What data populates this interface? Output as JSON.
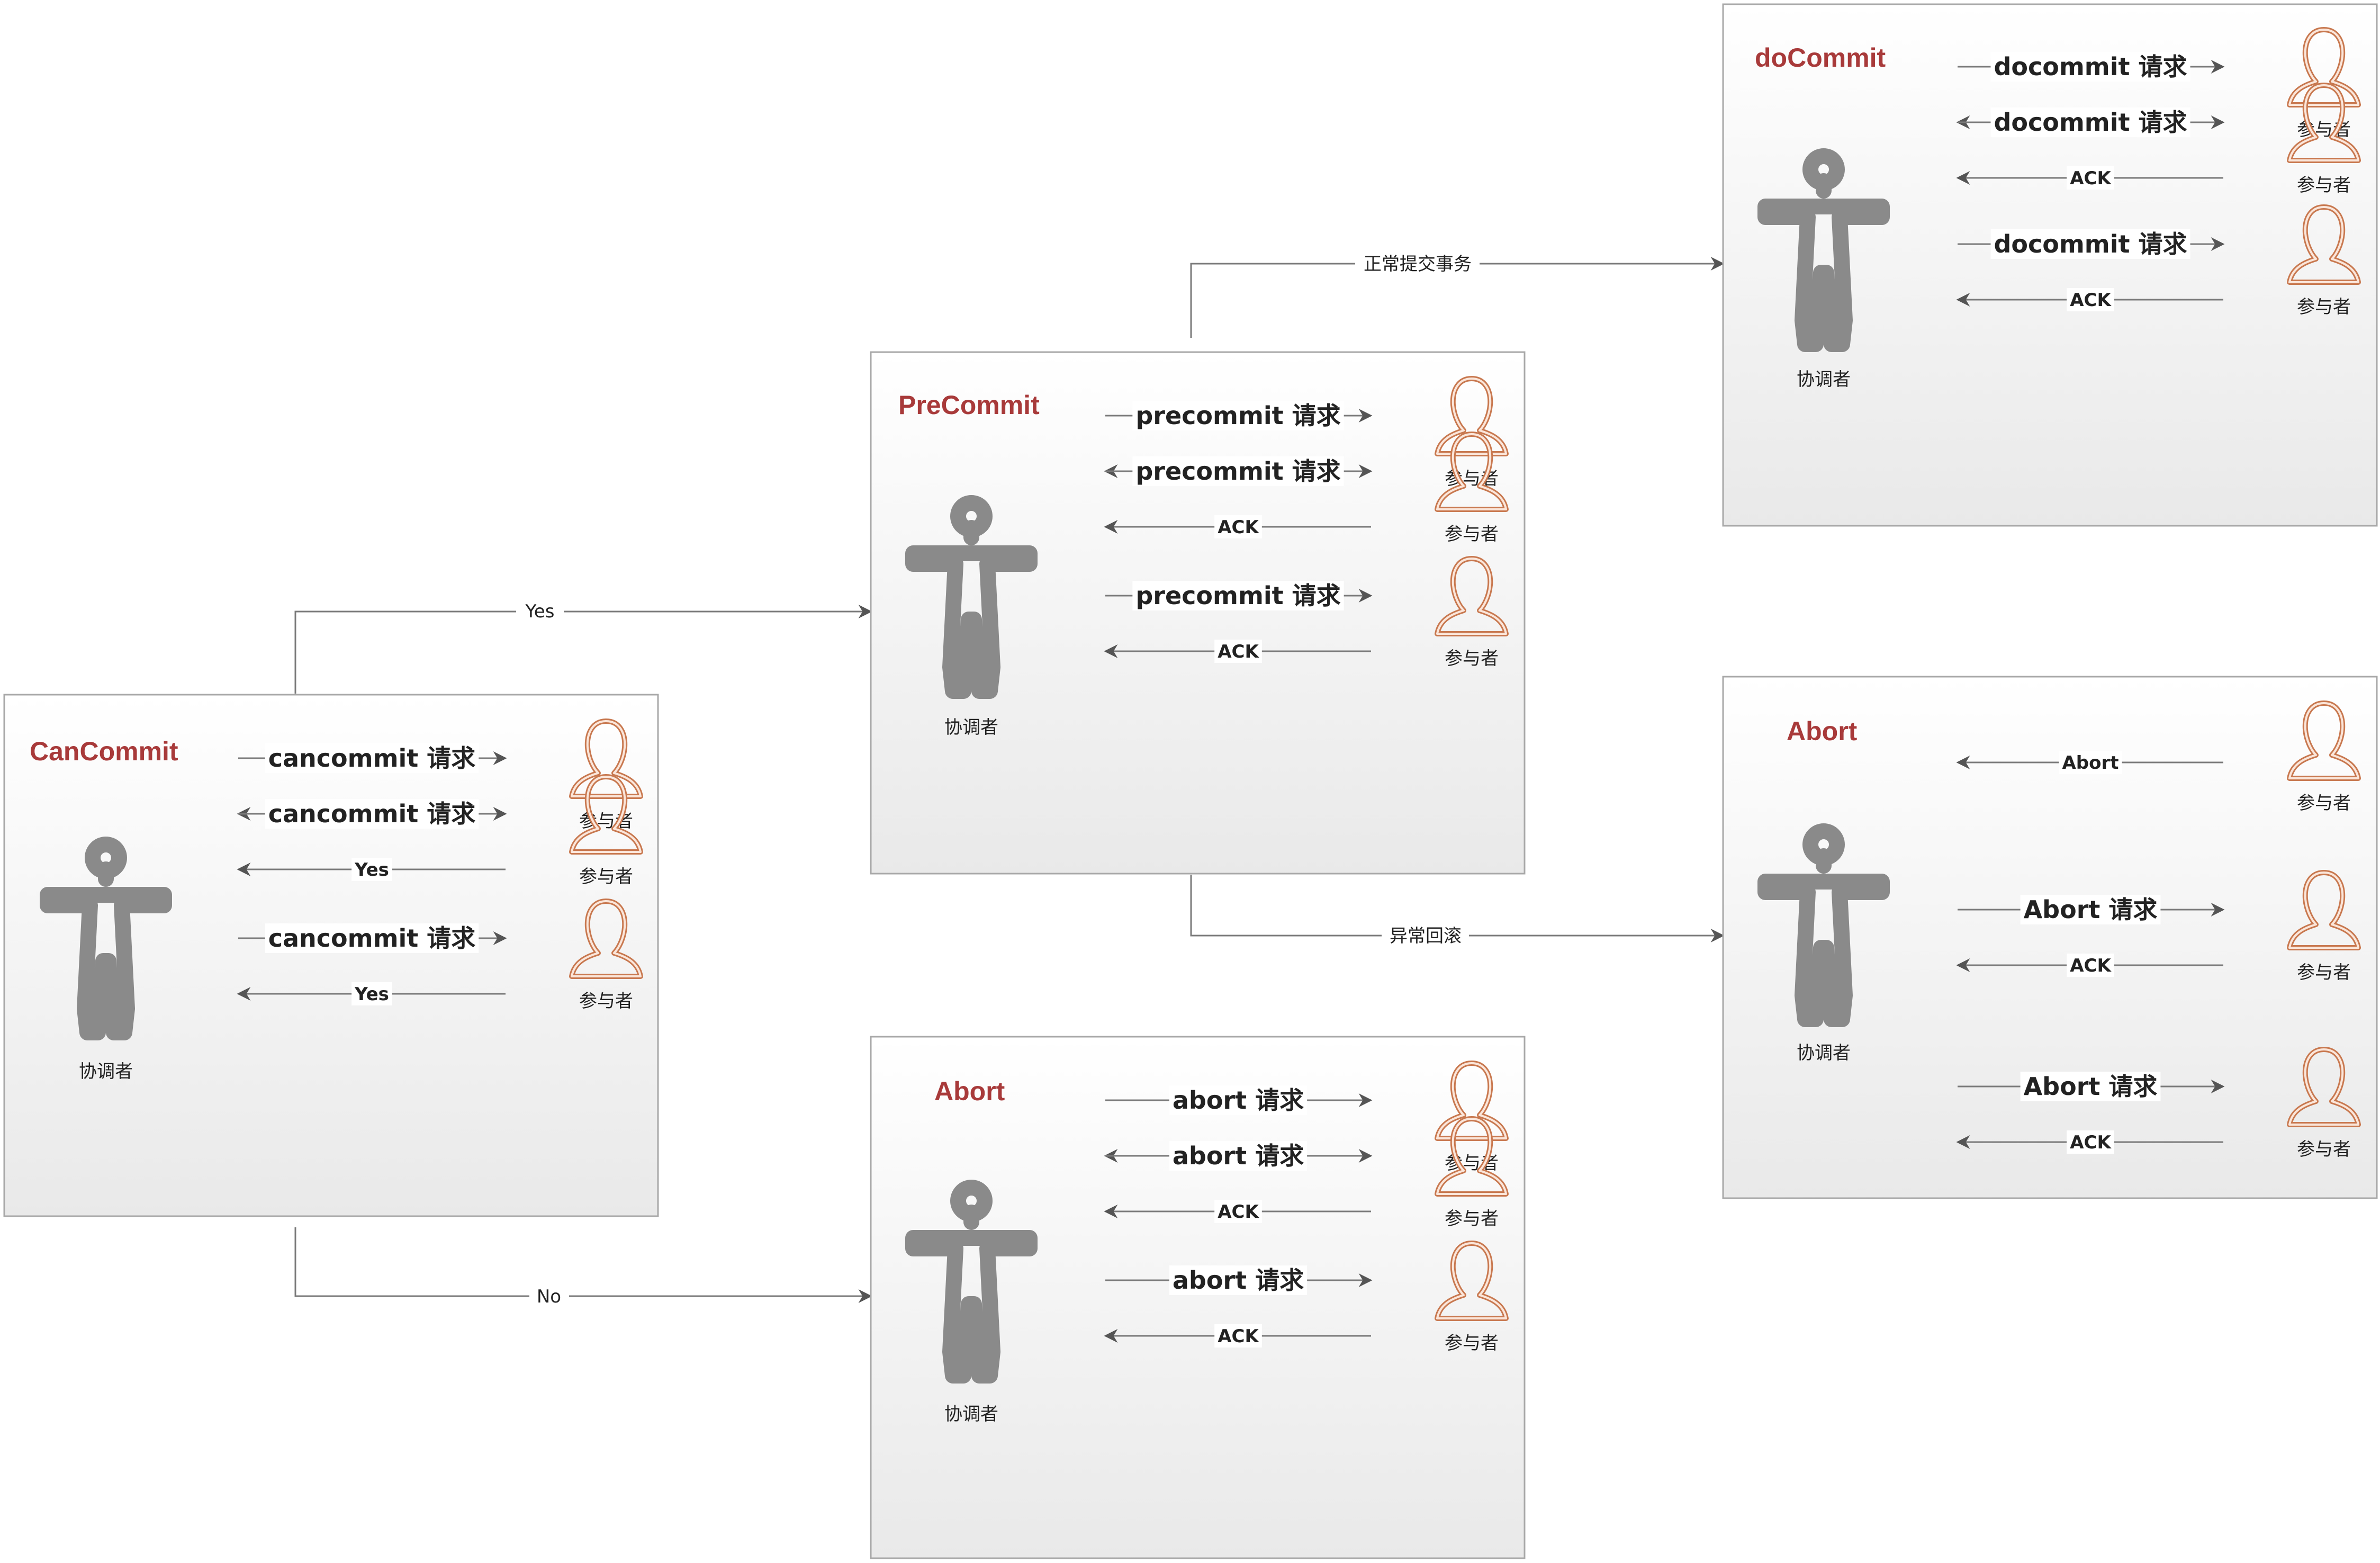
{
  "colors": {
    "phase_title": "#a83a3a",
    "panel_border": "#a8a8a8",
    "panel_gradient_top": "#ffffff",
    "panel_gradient_bottom": "#e9e9e9",
    "arrow": "#7a7a7a",
    "coordinator_icon": "#8a8a8a",
    "participant_icon": "#c8784f"
  },
  "panels": {
    "cancommit": {
      "title": "CanCommit",
      "coordinator_label": "协调者",
      "rows": [
        {
          "request": "cancommit 请求",
          "response": "Yes",
          "participant": "参与者"
        },
        {
          "request": "cancommit 请求",
          "response": "Yes",
          "participant": "参与者"
        },
        {
          "request": "cancommit 请求",
          "response": "Yes",
          "participant": "参与者"
        }
      ]
    },
    "precommit": {
      "title": "PreCommit",
      "coordinator_label": "协调者",
      "rows": [
        {
          "request": "precommit 请求",
          "response": "ACK",
          "participant": "参与者"
        },
        {
          "request": "precommit 请求",
          "response": "ACK",
          "participant": "参与者"
        },
        {
          "request": "precommit 请求",
          "response": "ACK",
          "participant": "参与者"
        }
      ]
    },
    "abort_mid": {
      "title": "Abort",
      "coordinator_label": "协调者",
      "rows": [
        {
          "request": "abort 请求",
          "response": "ACK",
          "participant": "参与者"
        },
        {
          "request": "abort 请求",
          "response": "ACK",
          "participant": "参与者"
        },
        {
          "request": "abort 请求",
          "response": "ACK",
          "participant": "参与者"
        }
      ]
    },
    "docommit": {
      "title": "doCommit",
      "coordinator_label": "协调者",
      "rows": [
        {
          "request": "docommit 请求",
          "response": "ACK",
          "participant": "参与者"
        },
        {
          "request": "docommit 请求",
          "response": "ACK",
          "participant": "参与者"
        },
        {
          "request": "docommit 请求",
          "response": "ACK",
          "participant": "参与者"
        }
      ]
    },
    "abort_right": {
      "title": "Abort",
      "coordinator_label": "协调者",
      "rows": [
        {
          "request": "",
          "response": "Abort",
          "participant": "参与者"
        },
        {
          "request": "Abort 请求",
          "response": "ACK",
          "participant": "参与者"
        },
        {
          "request": "Abort 请求",
          "response": "ACK",
          "participant": "参与者"
        }
      ]
    }
  },
  "links": {
    "yes": "Yes",
    "no": "No",
    "commit": "正常提交事务",
    "rollback": "异常回滚"
  }
}
